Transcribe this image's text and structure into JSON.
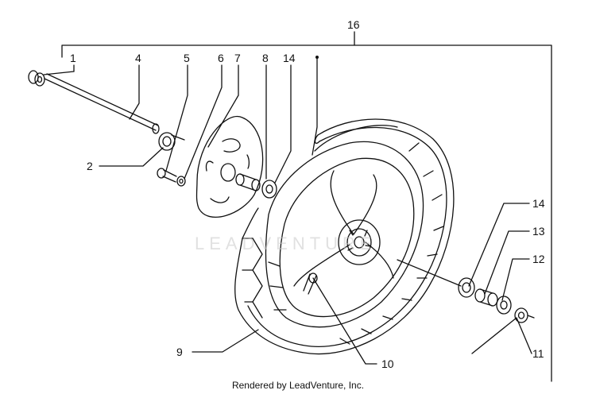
{
  "callouts": [
    {
      "id": "c1",
      "text": "1"
    },
    {
      "id": "c2",
      "text": "2"
    },
    {
      "id": "c4",
      "text": "4"
    },
    {
      "id": "c5",
      "text": "5"
    },
    {
      "id": "c6",
      "text": "6"
    },
    {
      "id": "c7",
      "text": "7"
    },
    {
      "id": "c8",
      "text": "8"
    },
    {
      "id": "c9",
      "text": "9"
    },
    {
      "id": "c10",
      "text": "10"
    },
    {
      "id": "c11",
      "text": "11"
    },
    {
      "id": "c12",
      "text": "12"
    },
    {
      "id": "c13",
      "text": "13"
    },
    {
      "id": "c14a",
      "text": "14"
    },
    {
      "id": "c14b",
      "text": "14"
    },
    {
      "id": "c16",
      "text": "16"
    }
  ],
  "watermark": "LEADVENTURE",
  "footer": "Rendered by LeadVenture, Inc."
}
